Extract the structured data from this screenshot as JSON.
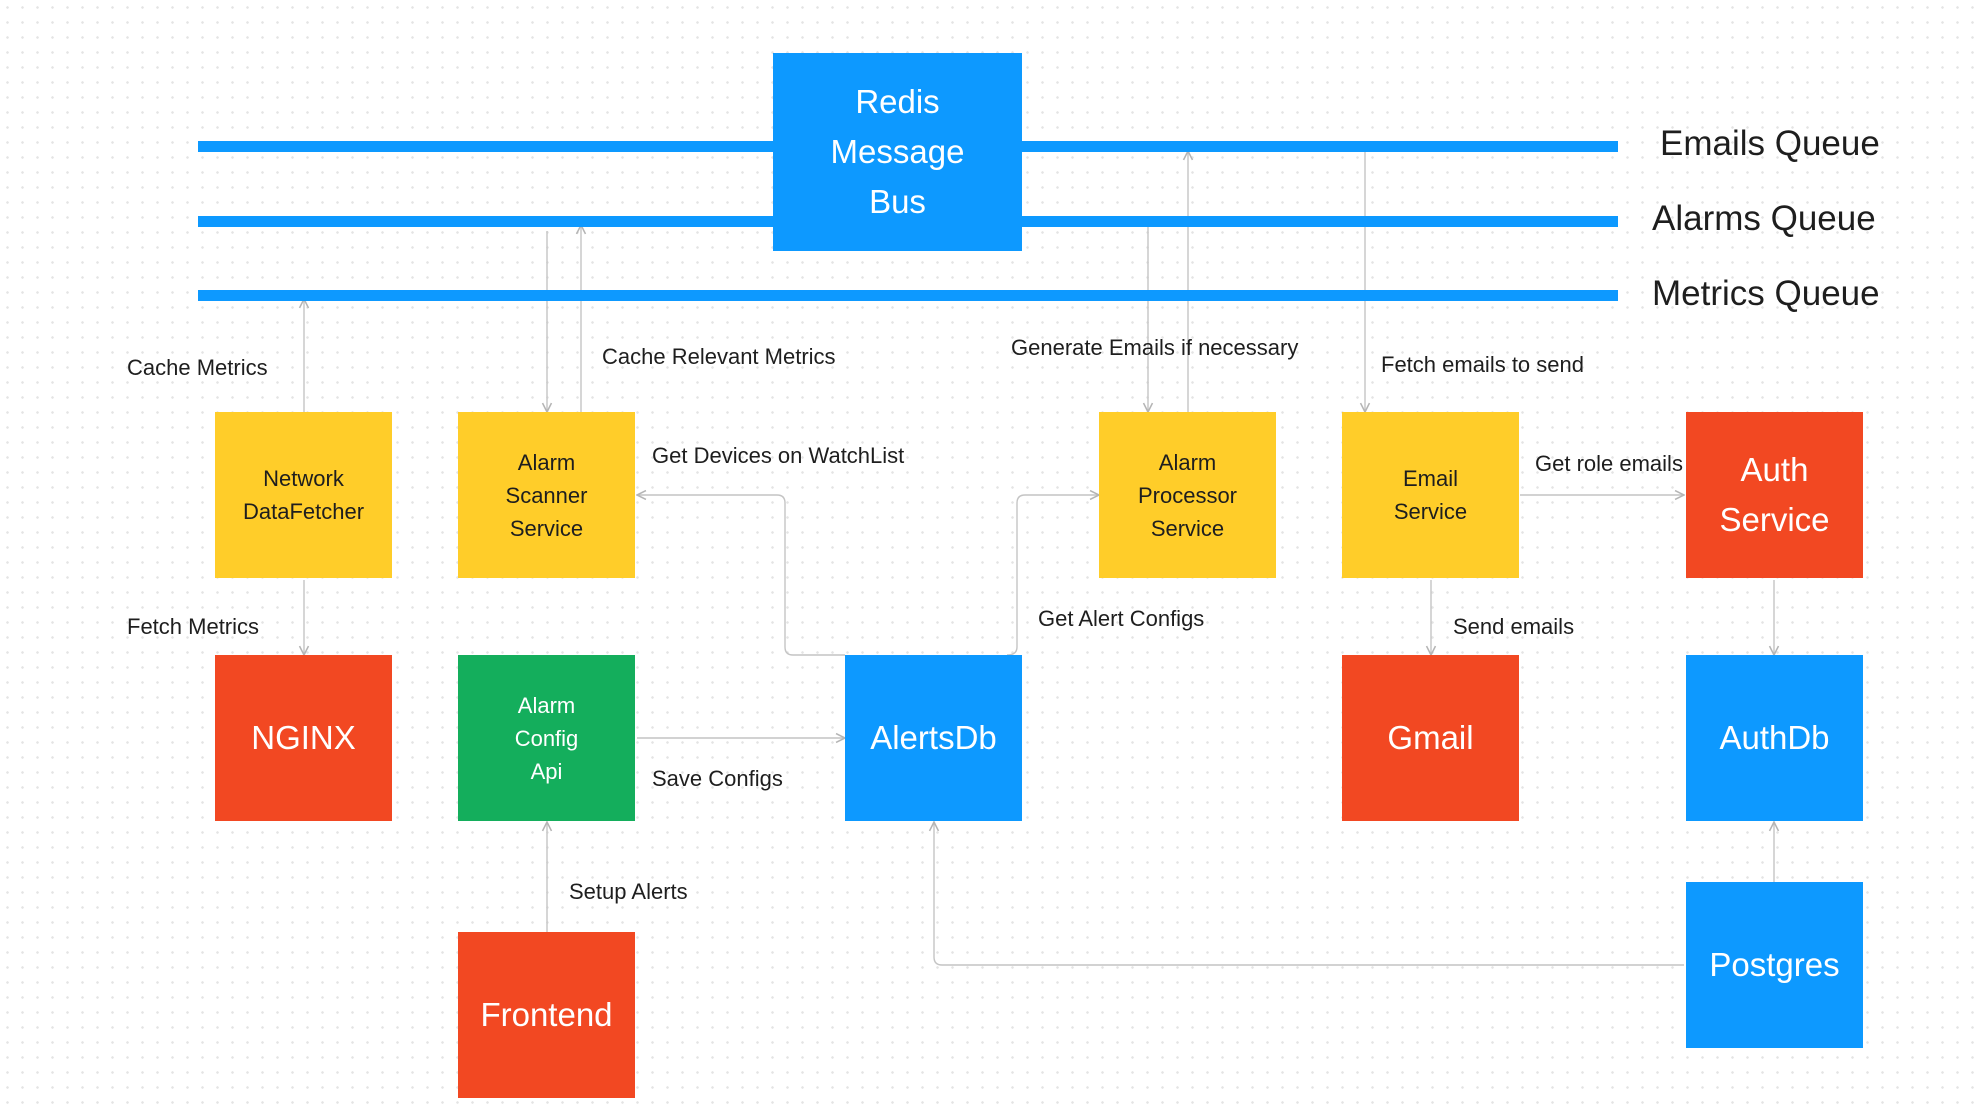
{
  "queues": {
    "emails": "Emails Queue",
    "alarms": "Alarms Queue",
    "metrics": "Metrics Queue"
  },
  "nodes": {
    "redis_bus": {
      "lines": [
        "Redis",
        "Message",
        "Bus"
      ]
    },
    "network_fetcher": {
      "lines": [
        "Network",
        "DataFetcher"
      ]
    },
    "alarm_scanner": {
      "lines": [
        "Alarm",
        "Scanner",
        "Service"
      ]
    },
    "alarm_processor": {
      "lines": [
        "Alarm",
        "Processor",
        "Service"
      ]
    },
    "email_service": {
      "lines": [
        "Email",
        "Service"
      ]
    },
    "auth_service": {
      "lines": [
        "Auth",
        "Service"
      ]
    },
    "nginx": {
      "label": "NGINX"
    },
    "alarm_config_api": {
      "lines": [
        "Alarm",
        "Config",
        "Api"
      ]
    },
    "alerts_db": {
      "label": "AlertsDb"
    },
    "gmail": {
      "label": "Gmail"
    },
    "auth_db": {
      "label": "AuthDb"
    },
    "frontend": {
      "label": "Frontend"
    },
    "postgres": {
      "label": "Postgres"
    }
  },
  "edge_labels": {
    "cache_metrics": "Cache Metrics",
    "cache_relevant_metrics": "Cache Relevant Metrics",
    "generate_emails": "Generate Emails if necessary",
    "fetch_emails": "Fetch emails to send",
    "get_devices": "Get Devices on WatchList",
    "get_role_emails": "Get role emails",
    "fetch_metrics": "Fetch Metrics",
    "get_alert_configs": "Get Alert Configs",
    "send_emails": "Send emails",
    "save_configs": "Save Configs",
    "setup_alerts": "Setup Alerts"
  },
  "colors": {
    "queue_blue": "#0d99ff",
    "service_yellow": "#ffcd29",
    "external_red": "#f24822",
    "db_blue": "#0d99ff",
    "api_green": "#14ae5c",
    "connector_gray": "#c4c4c4"
  }
}
